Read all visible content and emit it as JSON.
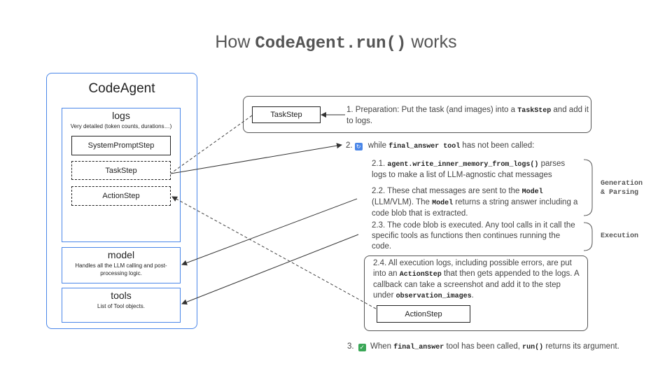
{
  "title": {
    "prefix": "How ",
    "code": "CodeAgent.run()",
    "suffix": " works"
  },
  "agent": {
    "title": "CodeAgent",
    "logs": {
      "title": "logs",
      "desc": "Very detailed (token counts, durations…)",
      "steps": [
        "SystemPromptStep",
        "TaskStep",
        "ActionStep"
      ]
    },
    "model": {
      "title": "model",
      "desc": "Handles all the LLM calling and post-processing logic."
    },
    "tools": {
      "title": "tools",
      "desc": "List of Tool objects."
    }
  },
  "preparation": {
    "box_label": "TaskStep",
    "text_a": "1.  Preparation: Put the task (and images) into a ",
    "code": "TaskStep",
    "text_b": " and add it to logs."
  },
  "loop": {
    "num": "2.",
    "icon": "repeat-icon",
    "text_a": " while ",
    "code": "final_answer tool",
    "text_b": " has not been called:"
  },
  "steps": {
    "s21": {
      "text_a": "2.1.  ",
      "code": "agent.write_inner_memory_from_logs()",
      "text_b": " parses logs to make a list of LLM-agnostic chat messages"
    },
    "s22": {
      "text_a": "2.2. These chat messages are sent to the ",
      "code1": "Model",
      "text_b": " (LLM/VLM). The ",
      "code2": "Model",
      "text_c": " returns a string answer including a code blob that is extracted."
    },
    "s23": {
      "text": "2.3. The code blob is executed. Any tool calls in it call the specific tools as functions then continues running the code."
    },
    "s24": {
      "text_a": "2.4. All execution logs, including possible errors, are put into an ",
      "code1": "ActionStep",
      "text_b": " that then gets appended to the logs. A callback can  take a screenshot and add it to the step under ",
      "code2": "observation_images",
      "text_c": ".",
      "box_label": "ActionStep"
    }
  },
  "labels": {
    "generation_1": "Generation",
    "generation_2": "& Parsing",
    "execution": "Execution"
  },
  "final": {
    "num": "3.",
    "icon": "check-icon",
    "text_a": " When ",
    "code1": "final_answer",
    "text_b": " tool has been called, ",
    "code2": "run()",
    "text_c": " returns its argument."
  },
  "colors": {
    "accent": "#4a86e8",
    "text": "#444444",
    "check": "#3aa757"
  }
}
